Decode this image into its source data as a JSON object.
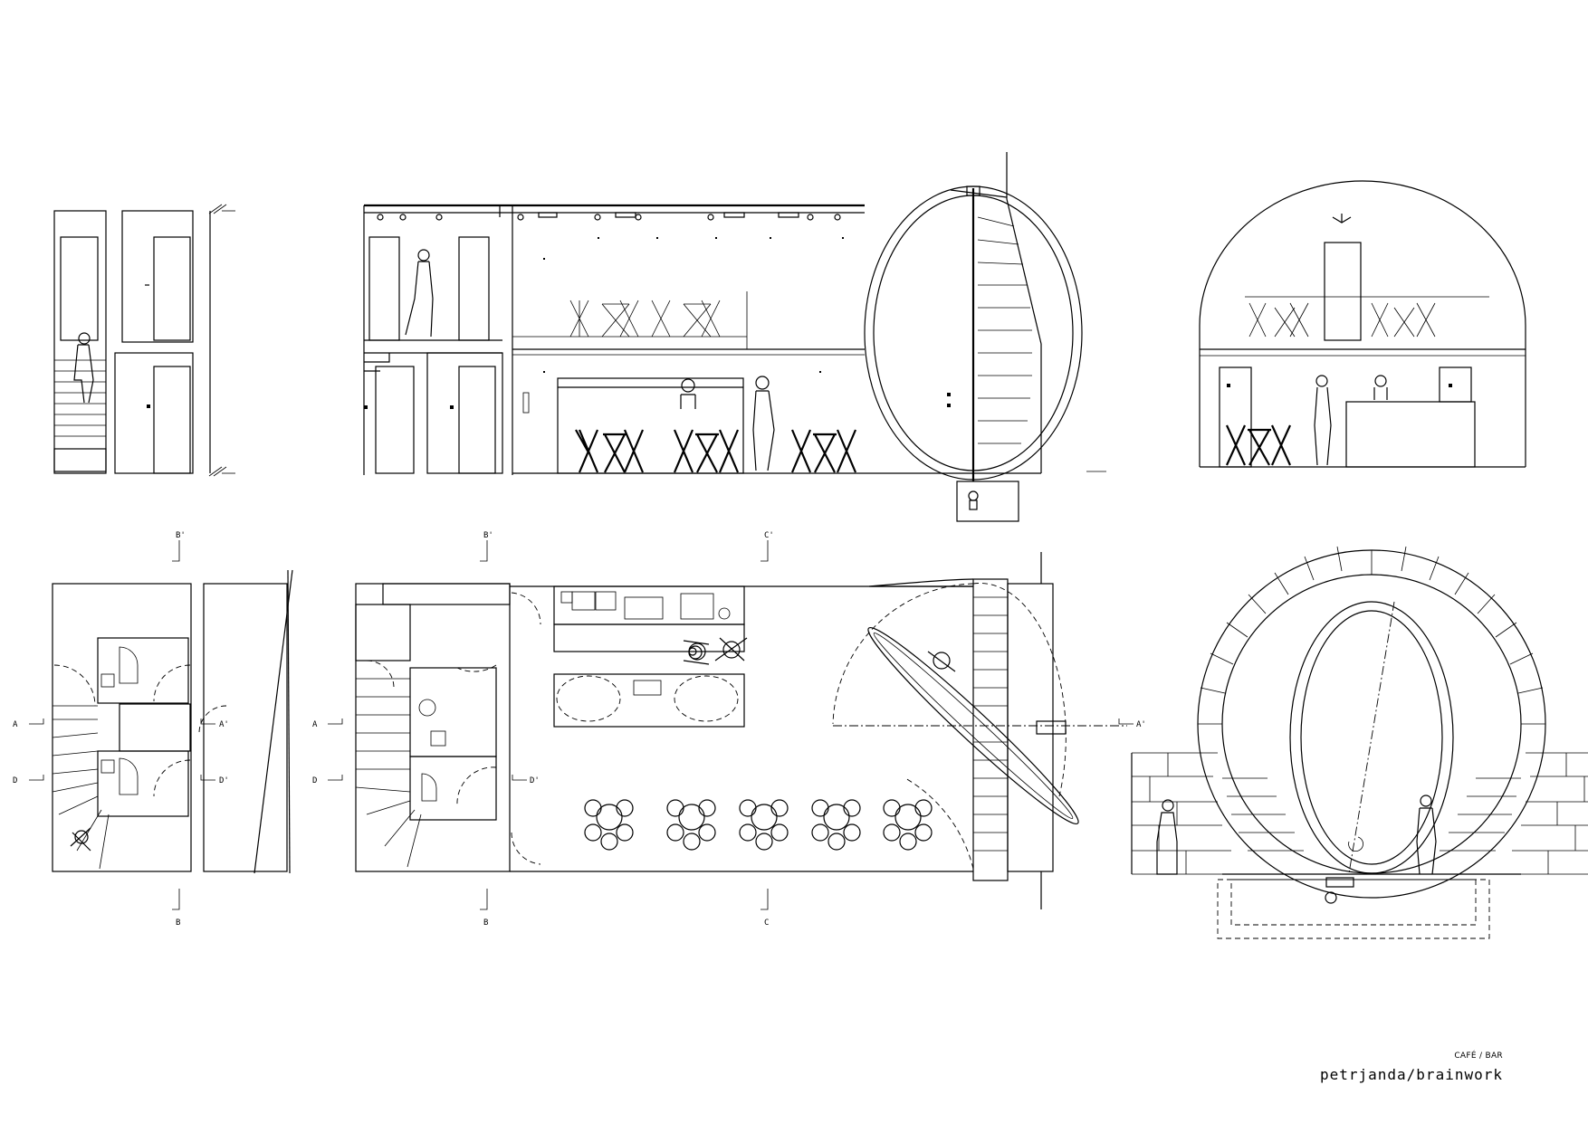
{
  "sheet": {
    "caption": "CAFÉ / BAR",
    "signature": "petrjanda/brainwork"
  },
  "section_markers": {
    "A": "A",
    "A_prime": "A'",
    "B": "B",
    "B_prime": "B'",
    "C": "C",
    "C_prime": "C'",
    "D": "D",
    "D_prime": "D'"
  },
  "colors": {
    "ink": "#000000",
    "paper": "#ffffff"
  }
}
